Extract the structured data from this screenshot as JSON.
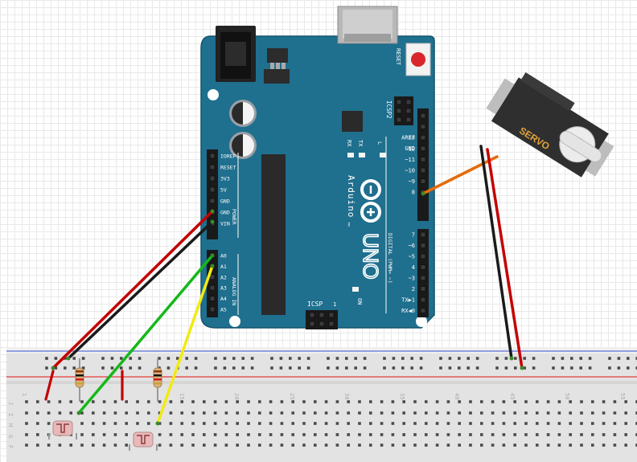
{
  "board": {
    "model": "UNO",
    "brand": "Arduino",
    "tm": "™",
    "reset_label": "RESET",
    "icsp2_label": "ICSP2",
    "icsp_label": "ICSP",
    "tx_label": "TX",
    "rx_label": "RX",
    "l_label": "L",
    "on_label": "ON",
    "icsp_pin1": "1",
    "power_header_label": "POWER",
    "analog_header_label": "ANALOG IN",
    "digital_header_label": "DIGITAL (PWM= ~)",
    "power_pins": [
      "IOREF",
      "RESET",
      "3V3",
      "5V",
      "GND",
      "GND",
      "VIN"
    ],
    "analog_pins": [
      "A0",
      "A1",
      "A2",
      "A3",
      "A4",
      "A5"
    ],
    "digital_pins_top": [
      "AREF",
      "GND",
      "13",
      "12",
      "~11",
      "~10",
      "~9",
      "8"
    ],
    "digital_pins_bottom": [
      "7",
      "~6",
      "~5",
      "4",
      "~3",
      "2",
      "TX▶1",
      "RX◀0"
    ]
  },
  "servo": {
    "label": "SERVO"
  },
  "breadboard": {
    "column_numbers": [
      "1",
      "15",
      "20",
      "25",
      "30",
      "35",
      "40",
      "45",
      "50",
      "55"
    ],
    "row_letters": [
      "J",
      "I",
      "H",
      "G",
      "F"
    ]
  },
  "colors": {
    "board": "#1f6f8e",
    "board_edge": "#16556d",
    "wire_red": "#c40000",
    "wire_black": "#1a1a1a",
    "wire_green": "#15b81a",
    "wire_yellow": "#f2ea12",
    "wire_orange": "#e46c0a",
    "breadboard": "#e3e3e3",
    "rail_red": "#e53b3b",
    "rail_blue": "#5b6fd6"
  }
}
